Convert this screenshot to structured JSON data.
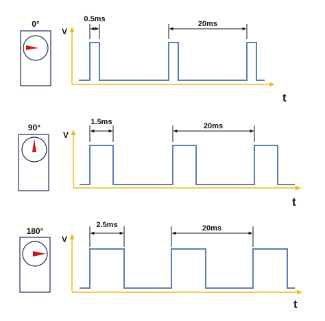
{
  "colors": {
    "axis": "#f5b915",
    "signal": "#5a7fb6",
    "box": "#1f2a55",
    "needle": "#cc1a1a",
    "ink": "#111111"
  },
  "axis_labels": {
    "y": "V",
    "x": "t"
  },
  "panels": [
    {
      "angle_label": "0°",
      "width_label": "0.5ms",
      "period_label": "20ms",
      "pulse_width_ms": 0.5,
      "period_ms": 20,
      "needle_direction": "right"
    },
    {
      "angle_label": "90°",
      "width_label": "1.5ms",
      "period_label": "20ms",
      "pulse_width_ms": 1.5,
      "period_ms": 20,
      "needle_direction": "up"
    },
    {
      "angle_label": "180°",
      "width_label": "2.5ms",
      "period_label": "20ms",
      "pulse_width_ms": 2.5,
      "period_ms": 20,
      "needle_direction": "right"
    }
  ]
}
